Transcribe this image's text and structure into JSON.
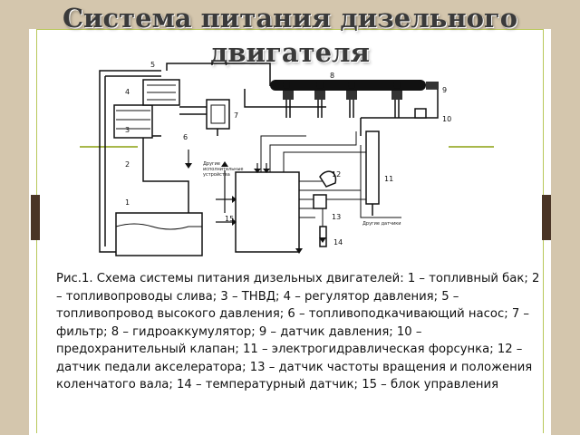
{
  "slide": {
    "title_line1": "Система питания дизельного",
    "title_line2": "двигателя",
    "colors": {
      "background": "#d4c6ad",
      "paper": "#ffffff",
      "accent_line": "#a8b84a",
      "side_tab": "#4a3526",
      "title": "#3a3a3a"
    }
  },
  "diagram": {
    "labels": {
      "n1": "1",
      "n2": "2",
      "n3": "3",
      "n4": "4",
      "n5": "5",
      "n6": "6",
      "n7": "7",
      "n8": "8",
      "n9": "9",
      "n10": "10",
      "n11": "11",
      "n12": "12",
      "n13": "13",
      "n14": "14",
      "n15": "15"
    },
    "other_devices_line1": "Другие",
    "other_devices_line2": "исполнительные",
    "other_devices_line3": "устройства",
    "other_sensors": "Другие датчики"
  },
  "caption": "Рис.1. Схема системы питания дизельных двигателей: 1 – топливный бак; 2 – топливопроводы слива; 3 – ТНВД; 4 – регулятор давления; 5 – топливопровод высокого давления; 6 – топливоподкачивающий насос; 7 – фильтр; 8 – гидроаккумулятор; 9 – датчик давления; 10 – предохранительный клапан; 11 – электрогидравлическая форсунка; 12 – датчик педали акселератора; 13 – датчик частоты вращения и положения коленчатого вала; 14 – температурный датчик; 15 – блок управления"
}
